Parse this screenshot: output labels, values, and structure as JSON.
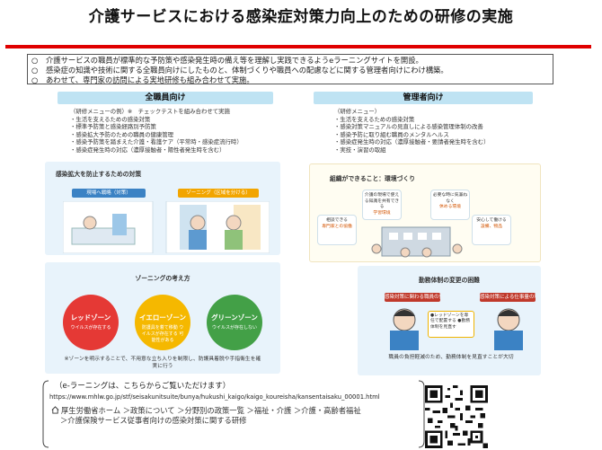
{
  "title": "介護サービスにおける感染症対策力向上のための研修の実施",
  "intro": [
    {
      "bullet": "○",
      "text": "介護サービスの職員が標準的な予防策や感染発生時の備え等を理解し実践できるようeラーニングサイトを開設。"
    },
    {
      "bullet": "○",
      "text": "感染症の知識や技術に関する全職員向けにしたものと、体制づくりや職員への配慮などに関する管理者向けにわけ構築。"
    },
    {
      "bullet": "○",
      "text": "あわせて、専門家の訪問による実地研修も組み合わせて実施。"
    }
  ],
  "all_staff": {
    "header": "全職員向け",
    "menu": [
      "（研修メニューの例）※　チェックテストを組み合わせて実施",
      "・生活を支えるための感染対策",
      "・標準予防策と感染経路別予防策",
      "・感染拡大予防のための職員の健康管理",
      "・感染予防策を踏まえた介護・看護ケア（平常時・感染症流行時）",
      "・感染症発生時の対応（濃厚接触者・陽性者発生時を含む）"
    ],
    "panel1": {
      "title": "感染拡大を防止するための対策",
      "label_a": "現場へ戦略（対策）",
      "label_b": "ゾーニング（区域を分ける）"
    },
    "panel2": {
      "title": "ゾーニングの考え方",
      "zones": [
        {
          "name": "レッドゾーン",
          "desc": "ウイルスが存在する",
          "color": "#e53935"
        },
        {
          "name": "イエローゾーン",
          "desc": "防護具を着て移動 ウイルスが存在する 可能性がある",
          "color": "#f5b800"
        },
        {
          "name": "グリーンゾーン",
          "desc": "ウイルスが存在しない",
          "color": "#43a047"
        }
      ],
      "note": "※ゾーンを明示することで、不用意な立ち入りを制限し、防護具着脱や手指衛生を確実に行う"
    }
  },
  "managers": {
    "header": "管理者向け",
    "menu": [
      "（研修メニュー）",
      "・生活を支えるための感染対策",
      "・感染対策マニュアルの見直しによる感染管理体制の改善",
      "・感染予防に取り組む職員のメンタルヘルス",
      "・感染症発生時の対応（濃厚接触者・要請者発生時を含む）",
      "・実技・演習の取組"
    ],
    "panel1": {
      "title": "組織ができること：環境づくり",
      "boxes": [
        {
          "text": "介護の現場で使える知識を共有できる",
          "highlight": "学習環境"
        },
        {
          "text": "必要な時に気兼ねなく",
          "highlight": "休める環境"
        },
        {
          "text": "相談できる",
          "highlight": "専門家との協働"
        },
        {
          "text": "安心して働ける",
          "highlight": "設備、物品"
        }
      ]
    },
    "panel2": {
      "title": "勤務体制の変更の困難",
      "bubble_left": "感染対策に関わる職員の負担が大きい",
      "bubble_right": "感染対策による仕事量の増加",
      "center": "●レッドゾーンを専任で配置する ●勤務体制を見直す",
      "footer": "職員の負担軽減のため、勤務体制を見直すことが大切"
    }
  },
  "elearning": {
    "hint": "（e-ラーニングは、こちらからご覧いただけます）",
    "url": "https://www.mhlw.go.jp/stf/seisakunitsuite/bunya/hukushi_kaigo/kaigo_koureisha/kansentaisaku_00001.html",
    "breadcrumb_line1": "厚生労働省ホーム ＞政策について ＞分野別の政策一覧 ＞福祉・介護 ＞介護・高齢者福祉",
    "breadcrumb_line2": "＞介護保険サービス従事者向けの感染対策に関する研修"
  },
  "colors": {
    "accent_red": "#e00000",
    "header_blue": "#bfe3f3",
    "panel_bg": "#e8f3fb"
  }
}
